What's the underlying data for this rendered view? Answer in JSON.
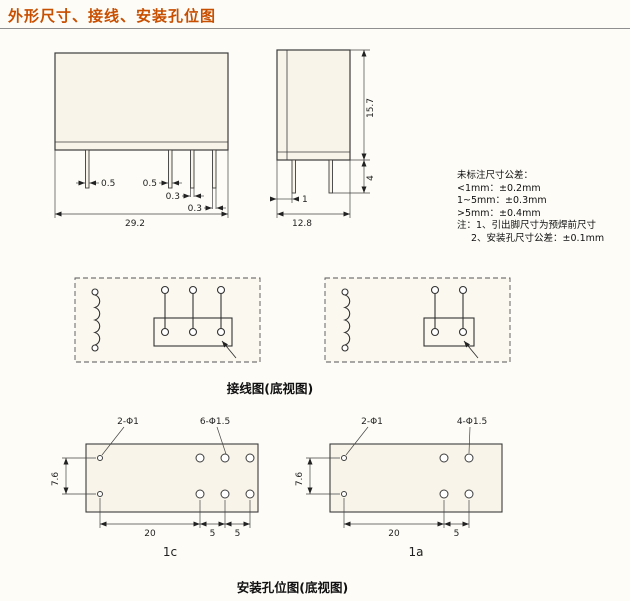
{
  "colors": {
    "accent_title": "#c84e00"
  },
  "page": {
    "title": "外形尺寸、接线、安装孔位图",
    "wiring_caption": "接线图(底视图)",
    "mounting_caption": "安装孔位图(底视图)"
  },
  "outline_front": {
    "dim_pin1": "0.5",
    "dim_pin2": "0.5",
    "dim_pin3": "0.3",
    "dim_pin4": "0.3",
    "dim_width": "29.2"
  },
  "outline_side": {
    "dim_body_height": "15.7",
    "dim_pin_length": "4",
    "dim_pin_offset": "1",
    "dim_width": "12.8"
  },
  "notes": {
    "line1": "未标注尺寸公差：",
    "line2": "<1mm：±0.2mm",
    "line3": "1~5mm：±0.3mm",
    "line4": ">5mm：±0.4mm",
    "line5": "注：1、引出脚尺寸为预焊前尺寸",
    "line6": "2、安装孔尺寸公差：±0.1mm"
  },
  "mounting_left": {
    "callout_small": "2-Φ1",
    "callout_big": "6-Φ1.5",
    "dim_row": "7.6",
    "dim_20": "20",
    "dim_5a": "5",
    "dim_5b": "5",
    "label": "1c"
  },
  "mounting_right": {
    "callout_small": "2-Φ1",
    "callout_big": "4-Φ1.5",
    "dim_row": "7.6",
    "dim_20": "20",
    "dim_5": "5",
    "label": "1a"
  }
}
